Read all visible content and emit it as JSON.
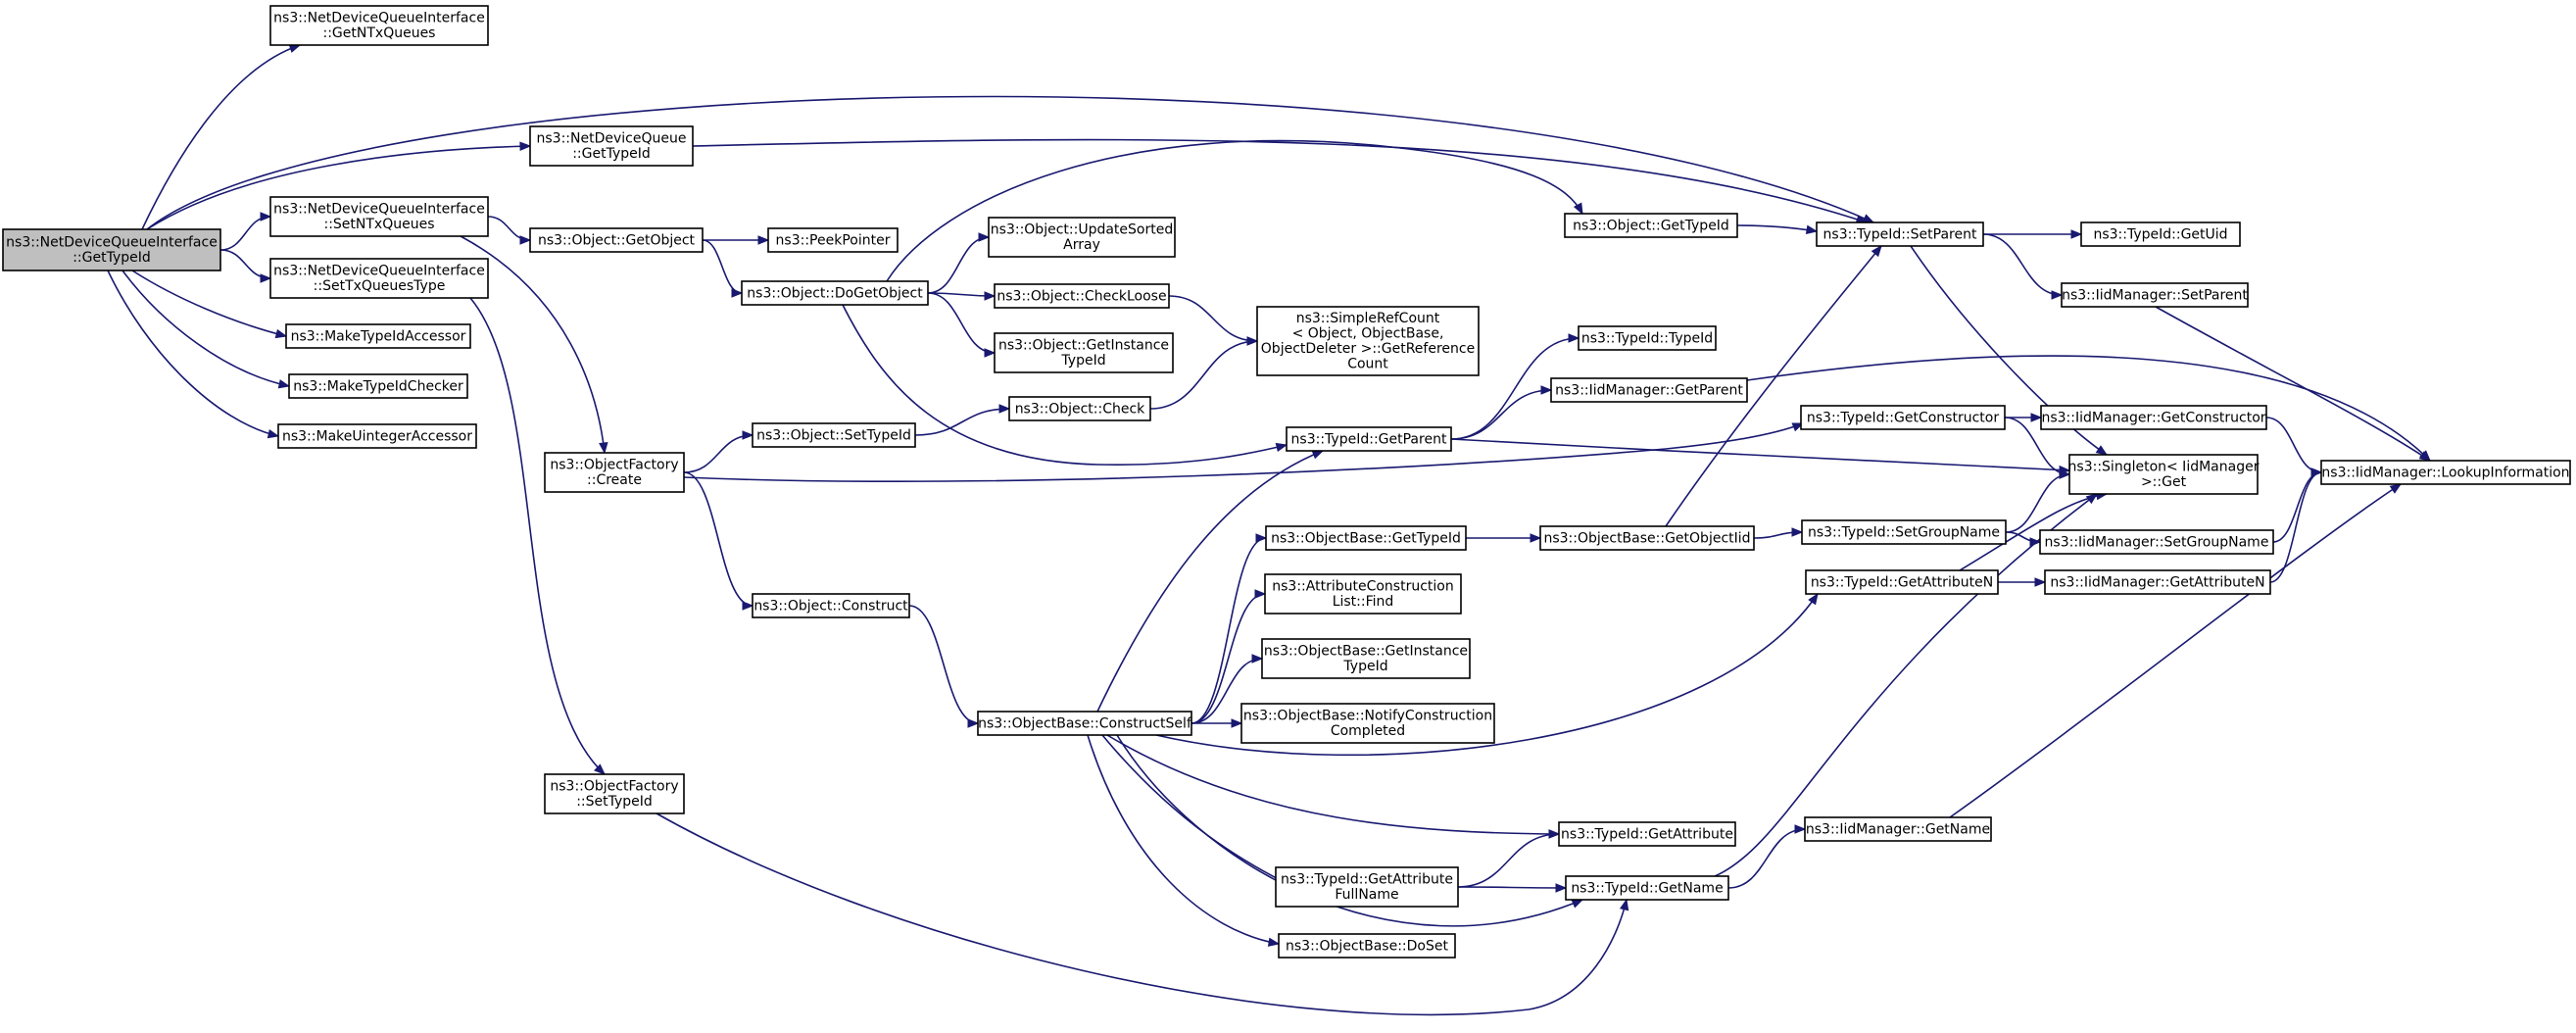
{
  "graph": {
    "type": "call-graph",
    "root": "root",
    "colors": {
      "edge": "#191970",
      "root_fill": "#bfbfbf",
      "node_fill": "#ffffff",
      "node_border": "#000000"
    },
    "nodes": [
      {
        "id": "root",
        "lines": [
          "ns3::NetDeviceQueueInterface",
          "::GetTypeId"
        ]
      },
      {
        "id": "ndqi_getntx",
        "lines": [
          "ns3::NetDeviceQueueInterface",
          "::GetNTxQueues"
        ]
      },
      {
        "id": "ndq_gettypeid",
        "lines": [
          "ns3::NetDeviceQueue",
          "::GetTypeId"
        ]
      },
      {
        "id": "ndqi_setntx",
        "lines": [
          "ns3::NetDeviceQueueInterface",
          "::SetNTxQueues"
        ]
      },
      {
        "id": "ndqi_settxtype",
        "lines": [
          "ns3::NetDeviceQueueInterface",
          "::SetTxQueuesType"
        ]
      },
      {
        "id": "make_typeid_accessor",
        "lines": [
          "ns3::MakeTypeIdAccessor"
        ]
      },
      {
        "id": "make_typeid_checker",
        "lines": [
          "ns3::MakeTypeIdChecker"
        ]
      },
      {
        "id": "make_uint_accessor",
        "lines": [
          "ns3::MakeUintegerAccessor"
        ]
      },
      {
        "id": "obj_getobject",
        "lines": [
          "ns3::Object::GetObject"
        ]
      },
      {
        "id": "peekpointer",
        "lines": [
          "ns3::PeekPointer"
        ]
      },
      {
        "id": "obj_dogetobject",
        "lines": [
          "ns3::Object::DoGetObject"
        ]
      },
      {
        "id": "obj_updatesorted",
        "lines": [
          "ns3::Object::UpdateSorted",
          "Array"
        ]
      },
      {
        "id": "obj_checkloose",
        "lines": [
          "ns3::Object::CheckLoose"
        ]
      },
      {
        "id": "obj_getinstance",
        "lines": [
          "ns3::Object::GetInstance",
          "TypeId"
        ]
      },
      {
        "id": "simplerefcount",
        "lines": [
          "ns3::SimpleRefCount",
          "< Object, ObjectBase,",
          "ObjectDeleter >::GetReference",
          "Count"
        ]
      },
      {
        "id": "obj_check",
        "lines": [
          "ns3::Object::Check"
        ]
      },
      {
        "id": "objfactory_create",
        "lines": [
          "ns3::ObjectFactory",
          "::Create"
        ]
      },
      {
        "id": "obj_settypeid",
        "lines": [
          "ns3::Object::SetTypeId"
        ]
      },
      {
        "id": "obj_construct",
        "lines": [
          "ns3::Object::Construct"
        ]
      },
      {
        "id": "objbase_constructself",
        "lines": [
          "ns3::ObjectBase::ConstructSelf"
        ]
      },
      {
        "id": "objfactory_settypeid",
        "lines": [
          "ns3::ObjectFactory",
          "::SetTypeId"
        ]
      },
      {
        "id": "obj_gettypeid",
        "lines": [
          "ns3::Object::GetTypeId"
        ]
      },
      {
        "id": "typeid_setparent",
        "lines": [
          "ns3::TypeId::SetParent"
        ]
      },
      {
        "id": "typeid_getuid",
        "lines": [
          "ns3::TypeId::GetUid"
        ]
      },
      {
        "id": "iid_setparent",
        "lines": [
          "ns3::IidManager::SetParent"
        ]
      },
      {
        "id": "typeid_typeid",
        "lines": [
          "ns3::TypeId::TypeId"
        ]
      },
      {
        "id": "iid_getparent",
        "lines": [
          "ns3::IidManager::GetParent"
        ]
      },
      {
        "id": "typeid_getparent",
        "lines": [
          "ns3::TypeId::GetParent"
        ]
      },
      {
        "id": "typeid_getconstructor",
        "lines": [
          "ns3::TypeId::GetConstructor"
        ]
      },
      {
        "id": "iid_getconstructor",
        "lines": [
          "ns3::IidManager::GetConstructor"
        ]
      },
      {
        "id": "singleton_get",
        "lines": [
          "ns3::Singleton< IidManager",
          ">::Get"
        ]
      },
      {
        "id": "iid_lookup",
        "lines": [
          "ns3::IidManager::LookupInformation"
        ]
      },
      {
        "id": "objbase_gettypeid",
        "lines": [
          "ns3::ObjectBase::GetTypeId"
        ]
      },
      {
        "id": "objbase_getobjectiid",
        "lines": [
          "ns3::ObjectBase::GetObjectIid"
        ]
      },
      {
        "id": "typeid_setgroupname",
        "lines": [
          "ns3::TypeId::SetGroupName"
        ]
      },
      {
        "id": "iid_setgroupname",
        "lines": [
          "ns3::IidManager::SetGroupName"
        ]
      },
      {
        "id": "attrconstruction_find",
        "lines": [
          "ns3::AttributeConstruction",
          "List::Find"
        ]
      },
      {
        "id": "typeid_getattributen",
        "lines": [
          "ns3::TypeId::GetAttributeN"
        ]
      },
      {
        "id": "iid_getattributen",
        "lines": [
          "ns3::IidManager::GetAttributeN"
        ]
      },
      {
        "id": "objbase_getinstance",
        "lines": [
          "ns3::ObjectBase::GetInstance",
          "TypeId"
        ]
      },
      {
        "id": "objbase_notify",
        "lines": [
          "ns3::ObjectBase::NotifyConstruction",
          "Completed"
        ]
      },
      {
        "id": "typeid_getattribute",
        "lines": [
          "ns3::TypeId::GetAttribute"
        ]
      },
      {
        "id": "iid_getname",
        "lines": [
          "ns3::IidManager::GetName"
        ]
      },
      {
        "id": "typeid_getattrfullname",
        "lines": [
          "ns3::TypeId::GetAttribute",
          "FullName"
        ]
      },
      {
        "id": "typeid_getname",
        "lines": [
          "ns3::TypeId::GetName"
        ]
      },
      {
        "id": "objbase_doset",
        "lines": [
          "ns3::ObjectBase::DoSet"
        ]
      }
    ],
    "edges": [
      [
        "root",
        "ndqi_getntx"
      ],
      [
        "root",
        "typeid_setparent"
      ],
      [
        "root",
        "ndq_gettypeid"
      ],
      [
        "root",
        "ndqi_setntx"
      ],
      [
        "root",
        "ndqi_settxtype"
      ],
      [
        "root",
        "make_typeid_accessor"
      ],
      [
        "root",
        "make_typeid_checker"
      ],
      [
        "root",
        "make_uint_accessor"
      ],
      [
        "ndq_gettypeid",
        "typeid_setparent"
      ],
      [
        "ndqi_setntx",
        "obj_getobject"
      ],
      [
        "ndqi_setntx",
        "objfactory_create"
      ],
      [
        "ndqi_settxtype",
        "objfactory_settypeid"
      ],
      [
        "obj_getobject",
        "peekpointer"
      ],
      [
        "obj_getobject",
        "obj_dogetobject"
      ],
      [
        "obj_dogetobject",
        "obj_gettypeid"
      ],
      [
        "obj_dogetobject",
        "obj_updatesorted"
      ],
      [
        "obj_dogetobject",
        "obj_checkloose"
      ],
      [
        "obj_dogetobject",
        "obj_getinstance"
      ],
      [
        "obj_dogetobject",
        "typeid_getparent"
      ],
      [
        "obj_checkloose",
        "simplerefcount"
      ],
      [
        "obj_check",
        "simplerefcount"
      ],
      [
        "objfactory_create",
        "obj_settypeid"
      ],
      [
        "objfactory_create",
        "typeid_getconstructor"
      ],
      [
        "objfactory_create",
        "obj_construct"
      ],
      [
        "obj_settypeid",
        "obj_check"
      ],
      [
        "obj_construct",
        "objbase_constructself"
      ],
      [
        "objfactory_settypeid",
        "typeid_getname"
      ],
      [
        "obj_gettypeid",
        "typeid_setparent"
      ],
      [
        "typeid_setparent",
        "typeid_getuid"
      ],
      [
        "typeid_setparent",
        "iid_setparent"
      ],
      [
        "typeid_setparent",
        "singleton_get"
      ],
      [
        "iid_setparent",
        "iid_lookup"
      ],
      [
        "typeid_getparent",
        "typeid_typeid"
      ],
      [
        "typeid_getparent",
        "iid_getparent"
      ],
      [
        "typeid_getparent",
        "singleton_get"
      ],
      [
        "iid_getparent",
        "iid_lookup"
      ],
      [
        "typeid_getconstructor",
        "iid_getconstructor"
      ],
      [
        "typeid_getconstructor",
        "singleton_get"
      ],
      [
        "iid_getconstructor",
        "iid_lookup"
      ],
      [
        "objbase_constructself",
        "typeid_getparent"
      ],
      [
        "objbase_constructself",
        "objbase_gettypeid"
      ],
      [
        "objbase_constructself",
        "attrconstruction_find"
      ],
      [
        "objbase_constructself",
        "objbase_getinstance"
      ],
      [
        "objbase_constructself",
        "objbase_notify"
      ],
      [
        "objbase_constructself",
        "typeid_getattributen"
      ],
      [
        "objbase_constructself",
        "typeid_getattribute"
      ],
      [
        "objbase_constructself",
        "typeid_getattrfullname"
      ],
      [
        "objbase_constructself",
        "objbase_doset"
      ],
      [
        "objbase_constructself",
        "typeid_getname"
      ],
      [
        "objbase_gettypeid",
        "objbase_getobjectiid"
      ],
      [
        "objbase_getobjectiid",
        "typeid_setparent"
      ],
      [
        "objbase_getobjectiid",
        "typeid_setgroupname"
      ],
      [
        "typeid_setgroupname",
        "singleton_get"
      ],
      [
        "typeid_setgroupname",
        "iid_setgroupname"
      ],
      [
        "iid_setgroupname",
        "iid_lookup"
      ],
      [
        "typeid_getattributen",
        "singleton_get"
      ],
      [
        "typeid_getattributen",
        "iid_getattributen"
      ],
      [
        "iid_getattributen",
        "iid_lookup"
      ],
      [
        "typeid_getattrfullname",
        "typeid_getattribute"
      ],
      [
        "typeid_getattrfullname",
        "typeid_getname"
      ],
      [
        "typeid_getname",
        "singleton_get"
      ],
      [
        "typeid_getname",
        "iid_getname"
      ],
      [
        "iid_getname",
        "iid_lookup"
      ]
    ]
  }
}
